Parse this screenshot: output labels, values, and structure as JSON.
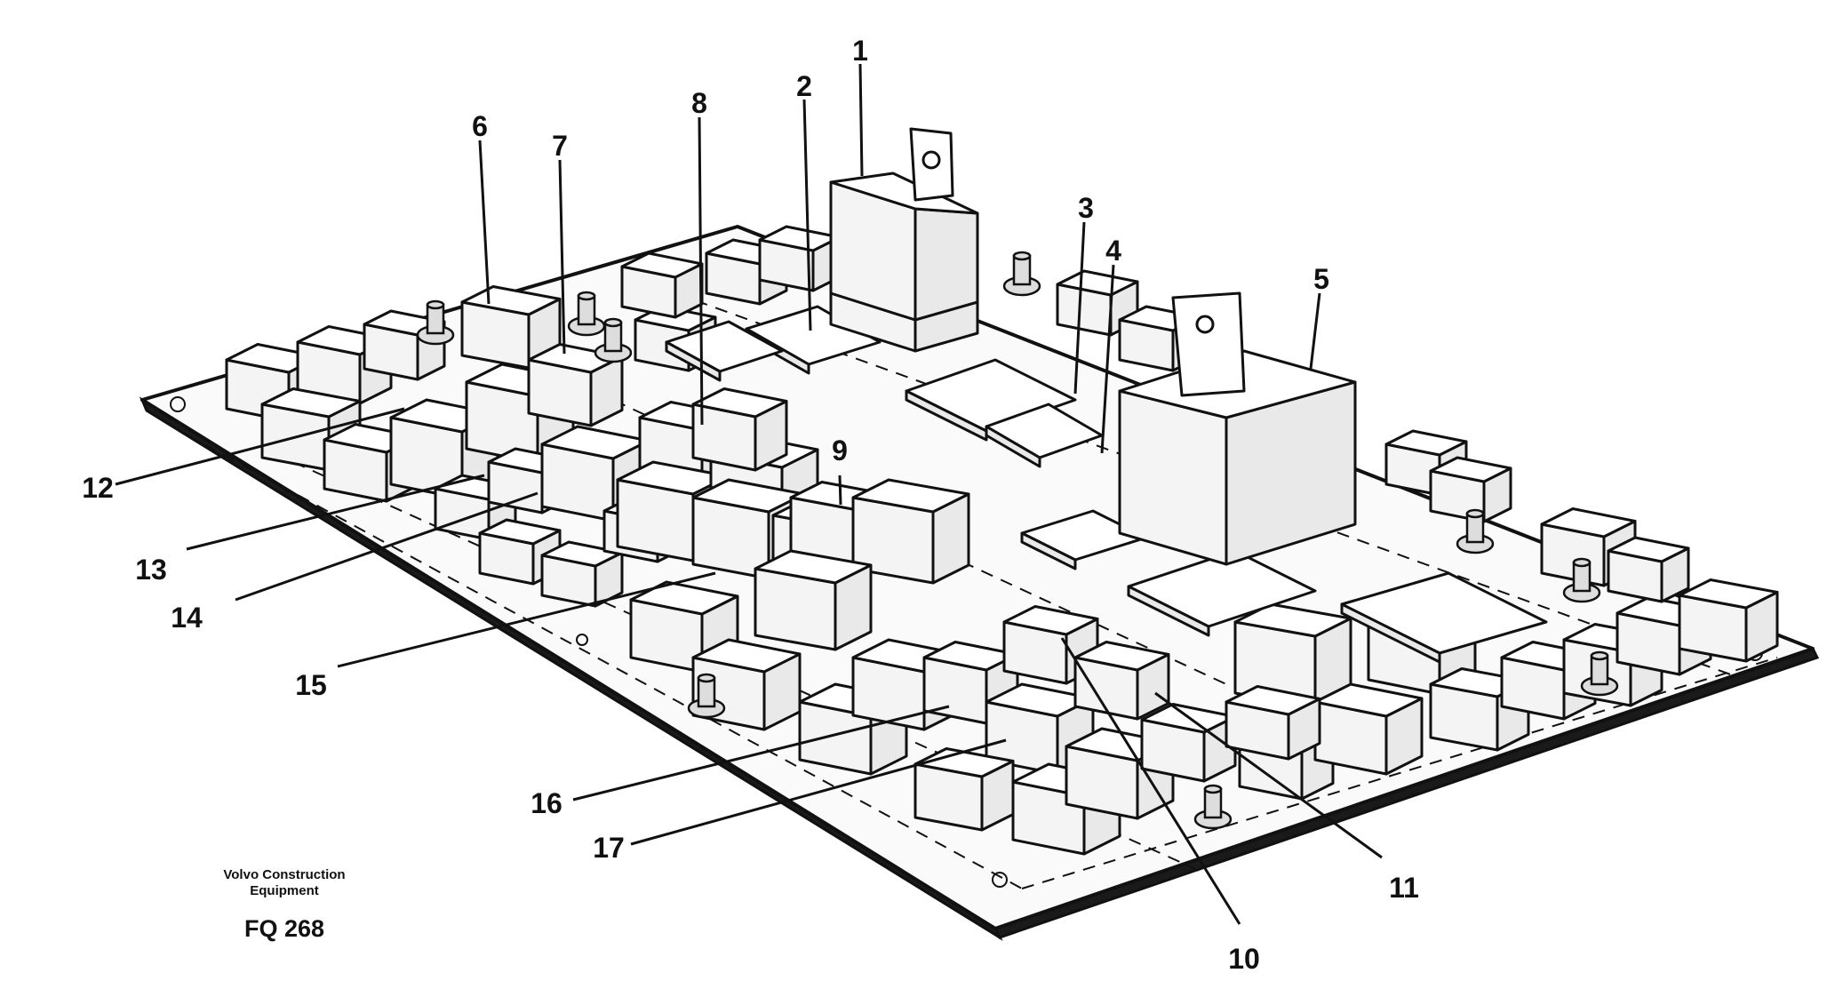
{
  "figure": {
    "callouts": [
      "1",
      "2",
      "3",
      "4",
      "5",
      "6",
      "7",
      "8",
      "9",
      "10",
      "11",
      "12",
      "13",
      "14",
      "15",
      "16",
      "17"
    ],
    "caption": {
      "line1": "Volvo Construction",
      "line2": "Equipment",
      "code": "FQ 268"
    }
  }
}
